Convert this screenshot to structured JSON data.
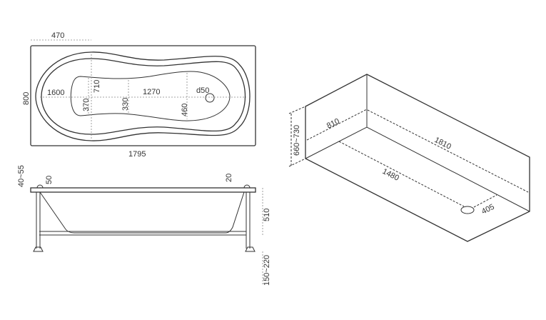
{
  "top_view": {
    "width_470": "470",
    "height_800": "800",
    "inner_1600": "1600",
    "inner_710": "710",
    "inner_1270": "1270",
    "drain_d50": "d50",
    "inner_370": "370",
    "inner_330": "330",
    "inner_460": "460",
    "length_1795": "1795"
  },
  "side_view": {
    "rim_40_55": "40~55",
    "rim_50": "50",
    "rim_20": "20",
    "depth_510": "510",
    "legs_150_220": "150~220"
  },
  "iso_view": {
    "height_660_730": "660~730",
    "width_810": "810",
    "length_1810": "1810",
    "length_1480": "1480",
    "drain_405": "405"
  }
}
